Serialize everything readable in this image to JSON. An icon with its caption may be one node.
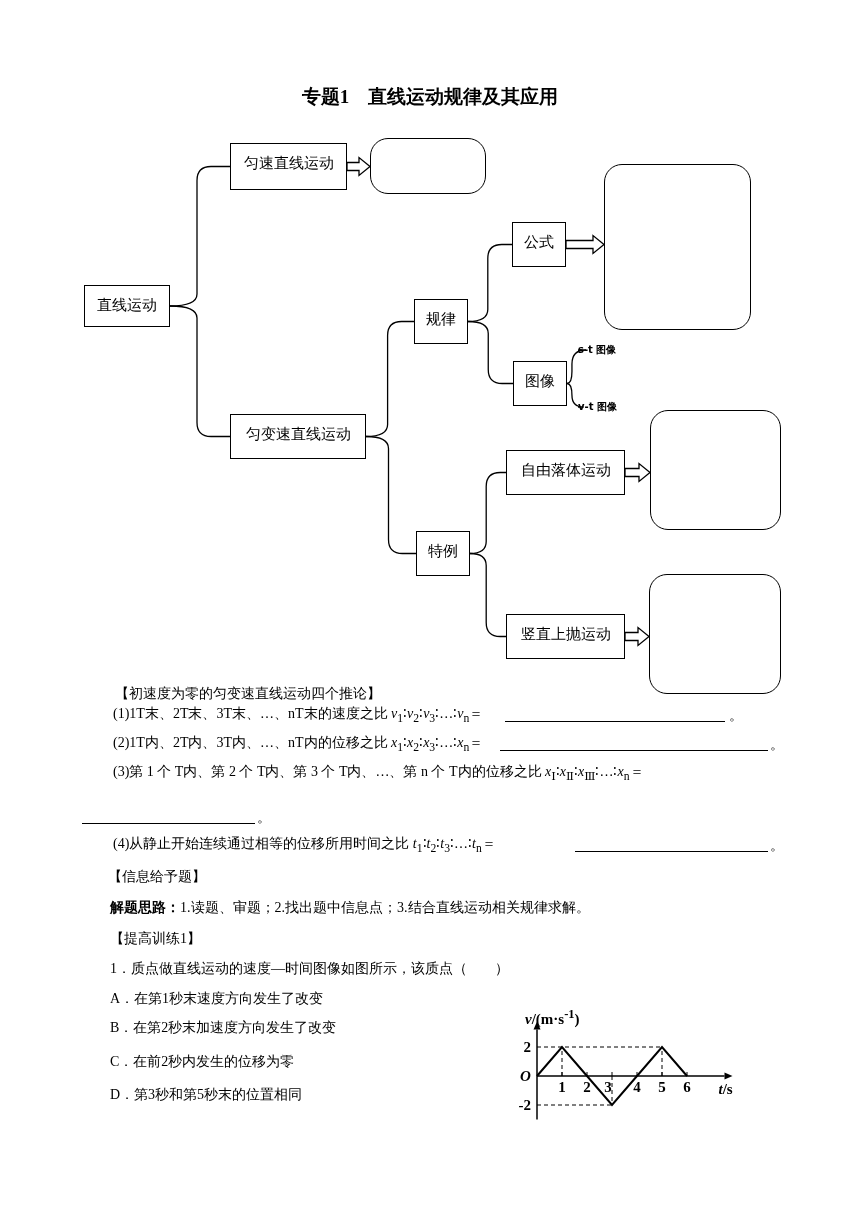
{
  "diagram": {
    "title": "专题1　直线运动规律及其应用",
    "nodes": [
      {
        "text": [
          "直线运动"
        ]
      },
      {
        "text": [
          "匀速直线运动"
        ]
      },
      {
        "text": [],
        "shape": "box"
      },
      {
        "text": [
          "匀变速直线运动"
        ]
      },
      {
        "text": [
          "规律"
        ]
      },
      {
        "text": [
          "特例"
        ]
      },
      {
        "text": [
          "公式"
        ]
      },
      {
        "text": [],
        "shape": "box"
      },
      {
        "text": [
          "图像"
        ]
      },
      {
        "text": [
          "s-t 图像"
        ]
      },
      {
        "text": [
          "v-t 图像"
        ]
      },
      {
        "text": [
          "自由落体运动"
        ]
      },
      {
        "text": [],
        "shape": "box"
      },
      {
        "text": [
          "竖直上抛运动"
        ]
      },
      {
        "text": [],
        "shape": "box"
      }
    ],
    "edges": [
      {
        "from": 0,
        "to": 1,
        "arrow": "none"
      },
      {
        "from": 0,
        "to": 3,
        "arrow": "none"
      },
      {
        "from": 1,
        "to": 2,
        "arrow": "to"
      },
      {
        "from": 3,
        "to": 4,
        "arrow": "none"
      },
      {
        "from": 3,
        "to": 5,
        "arrow": "none"
      },
      {
        "from": 4,
        "to": 6,
        "arrow": "none"
      },
      {
        "from": 4,
        "to": 8,
        "arrow": "none"
      },
      {
        "from": 6,
        "to": 7,
        "arrow": "to"
      },
      {
        "from": 8,
        "to": 9,
        "arrow": "none"
      },
      {
        "from": 8,
        "to": 10,
        "arrow": "none"
      },
      {
        "from": 5,
        "to": 11,
        "arrow": "none"
      },
      {
        "from": 5,
        "to": 13,
        "arrow": "none"
      },
      {
        "from": 11,
        "to": 12,
        "arrow": "to"
      },
      {
        "from": 13,
        "to": 14,
        "arrow": "to"
      }
    ],
    "labels": [
      "【初速度为零的匀变速直线运动四个推论】",
      "(1)1T末、2T末、3T末、…、nT末的速度之比 *v*$_{1}$∶*v*$_{2}$∶*v*$_{3}$∶…∶*v*$_{n}$＝",
      "。",
      "(2)1T内、2T内、3T内、…、nT内的位移之比 *x*$_{1}$∶*x*$_{2}$∶*x*$_{3}$∶…∶*x*$_{n}$＝",
      "。",
      "(3)第 1 个 T内、第 2 个 T内、第 3 个 T内、…、第 n 个 T内的位移之比 *x*$_{Ⅰ}$∶*x*$_{Ⅱ}$∶*x*$_{Ⅲ}$∶…∶*x*$_{n}$＝",
      "。",
      "(4)从静止开始连续通过相等的位移所用时间之比 *t*$_{1}$∶*t*$_{2}$∶*t*$_{3}$∶…∶*t*$_{n}$＝",
      "。",
      "【信息给予题】",
      "**解题思路：**1.读题、审题；2.找出题中信息点；3.结合直线运动相关规律求解。",
      "【提高训练1】",
      "1．质点做直线运动的速度—时间图像如图所示，该质点（　　）",
      "A．在第1秒末速度方向发生了改变",
      "B．在第2秒末加速度方向发生了改变",
      "C．在前2秒内发生的位移为零",
      "D．第3秒和第5秒末的位置相同",
      "O"
    ],
    "chart_data": {
      "type": "line",
      "xlabel": "*t*/s",
      "ylabel": "*v*/(m·s$^{-1}$)",
      "x": [
        0,
        1,
        2,
        3,
        4,
        5,
        6
      ],
      "values": [
        0,
        2,
        0,
        -2,
        0,
        2,
        0
      ],
      "xlim": [
        0,
        7.5
      ],
      "ylim": [
        -3,
        3.2
      ],
      "xticks": [
        1,
        2,
        3,
        4,
        5,
        6
      ],
      "yticks": [
        -2,
        2
      ],
      "ref_lines": [
        {
          "axis": "y",
          "value": 2
        },
        {
          "axis": "y",
          "value": -2
        },
        {
          "axis": "x",
          "value": 1
        },
        {
          "axis": "x",
          "value": 3
        },
        {
          "axis": "x",
          "value": 5
        }
      ]
    }
  }
}
